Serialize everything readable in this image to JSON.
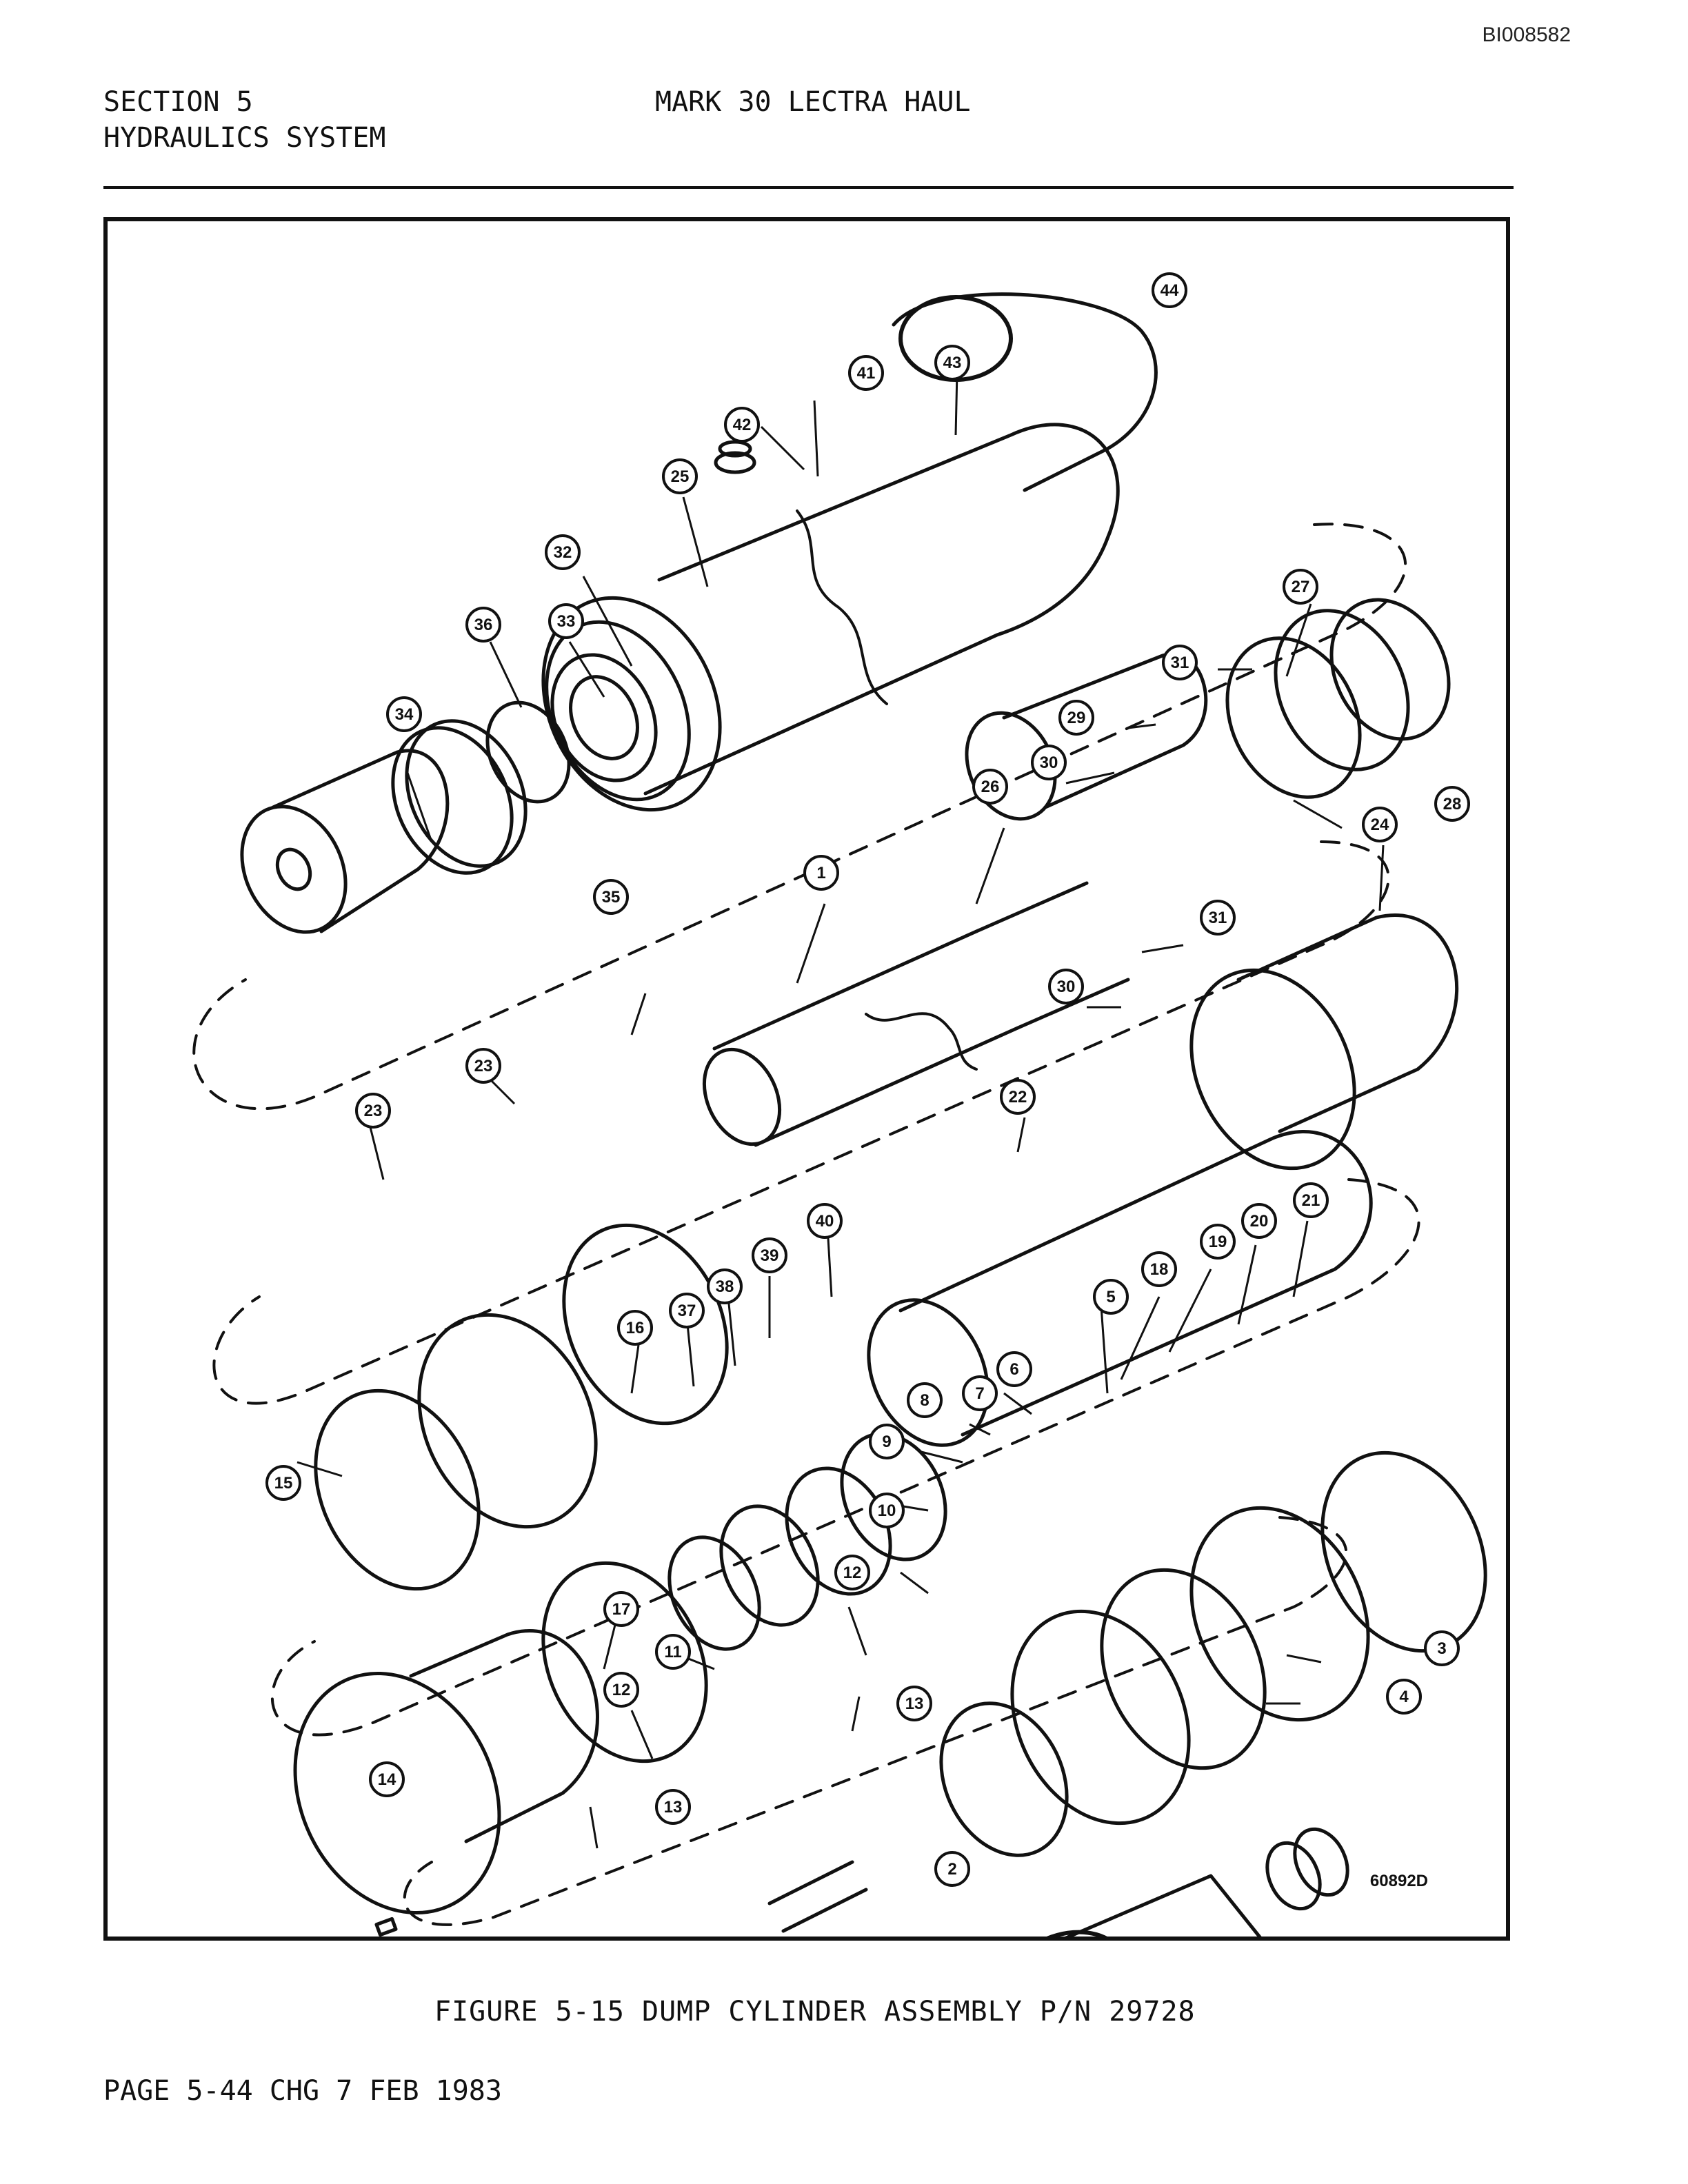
{
  "doc_id": "BI008582",
  "header": {
    "section": "SECTION 5",
    "subsection": "HYDRAULICS SYSTEM",
    "title": "MARK 30 LECTRA HAUL"
  },
  "figure": {
    "code": "60892D",
    "callouts": [
      "1",
      "2",
      "3",
      "4",
      "5",
      "6",
      "7",
      "8",
      "9",
      "10",
      "11",
      "12",
      "12",
      "13",
      "13",
      "14",
      "15",
      "16",
      "17",
      "18",
      "19",
      "20",
      "21",
      "22",
      "23",
      "23",
      "24",
      "25",
      "26",
      "27",
      "28",
      "29",
      "30",
      "30",
      "31",
      "31",
      "32",
      "33",
      "34",
      "35",
      "36",
      "37",
      "38",
      "39",
      "40",
      "41",
      "42",
      "43",
      "44"
    ]
  },
  "caption": "FIGURE 5-15  DUMP CYLINDER ASSEMBLY P/N 29728",
  "footer": "PAGE 5-44  CHG 7 FEB 1983"
}
